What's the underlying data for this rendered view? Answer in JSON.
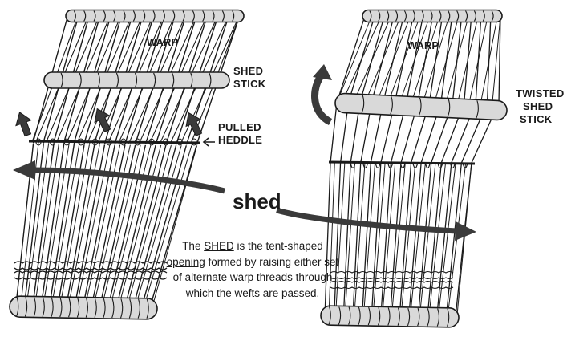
{
  "left_loom": {
    "warp_label": "WARP",
    "shed_stick_label": [
      "SHED",
      "STICK"
    ],
    "pulled_heddle_label": [
      "PULLED",
      "HEDDLE"
    ]
  },
  "right_loom": {
    "warp_label": "WARP",
    "twisted_shed_stick_label": [
      "TWISTED",
      "SHED",
      "STICK"
    ]
  },
  "center_label": "shed",
  "caption": {
    "part1": "The ",
    "term": "SHED",
    "part2": " is the tent-shaped ",
    "term2": "opening",
    "part3": " formed by raising either set of alternate warp threads through which the wefts are passed."
  },
  "colors": {
    "ink": "#1a1a1a",
    "stick_fill": "#d9d9d9",
    "arrow": "#3a3a3a"
  }
}
